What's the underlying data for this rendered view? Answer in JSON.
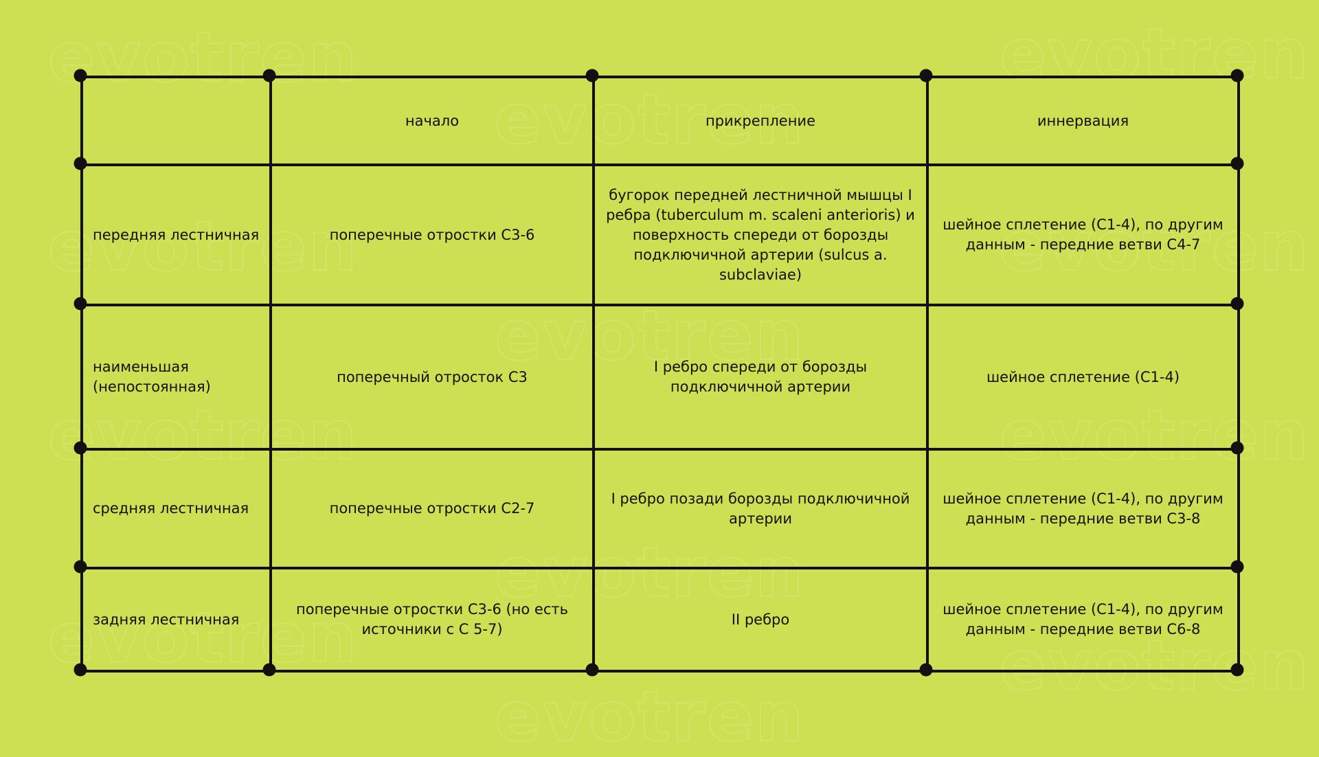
{
  "watermark": "evotren",
  "table": {
    "headers": [
      "",
      "начало",
      "прикрепление",
      "иннервация"
    ],
    "rows": [
      {
        "name": "передняя лестничная",
        "origin": "поперечные отростки С3-6",
        "attachment": "бугорок передней лестничной мышцы I ребра (tuberculum m. scaleni anterioris) и поверхность спереди от борозды подключичной артерии (sulcus a. subclaviae)",
        "innervation": "шейное сплетение (C1-4), по другим данным - передние ветви C4-7"
      },
      {
        "name": "наименьшая (непостоянная)",
        "origin": "поперечный отросток С3",
        "attachment": "I ребро спереди от борозды подключичной артерии",
        "innervation": "шейное сплетение (C1-4)"
      },
      {
        "name": "средняя лестничная",
        "origin": "поперечные отростки С2-7",
        "attachment": "I ребро позади борозды подключичной артерии",
        "innervation": "шейное сплетение (C1-4), по другим данным - передние ветви C3-8"
      },
      {
        "name": "задняя лестничная",
        "origin": "поперечные отростки С3-6 (но есть источники с С 5-7)",
        "attachment": "II ребро",
        "innervation": "шейное сплетение (C1-4), по другим данным - передние ветви C6-8"
      }
    ]
  }
}
